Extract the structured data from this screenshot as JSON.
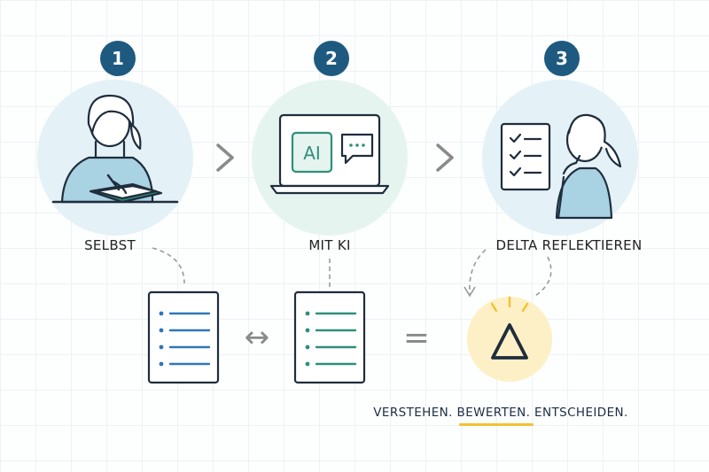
{
  "steps": [
    {
      "number": "1",
      "label": "SELBST"
    },
    {
      "number": "2",
      "label": "MIT KI",
      "screen_text": "AI"
    },
    {
      "number": "3",
      "label": "DELTA REFLEKTIEREN"
    }
  ],
  "operators": {
    "compare": "↔",
    "equals": "=",
    "delta": "Δ"
  },
  "tagline": "VERSTEHEN. BEWERTEN. ENTSCHEIDEN.",
  "colors": {
    "step_badge": "#1e5a80",
    "circle_blue": "#e4f1f7",
    "circle_mint": "#e6f4f0",
    "person_shirt": "#a9d2e2",
    "doc_blue": "#2e77b8",
    "doc_teal": "#2f8f7a",
    "delta_bg": "#fdf0c6",
    "accent_yellow": "#f2c230"
  }
}
